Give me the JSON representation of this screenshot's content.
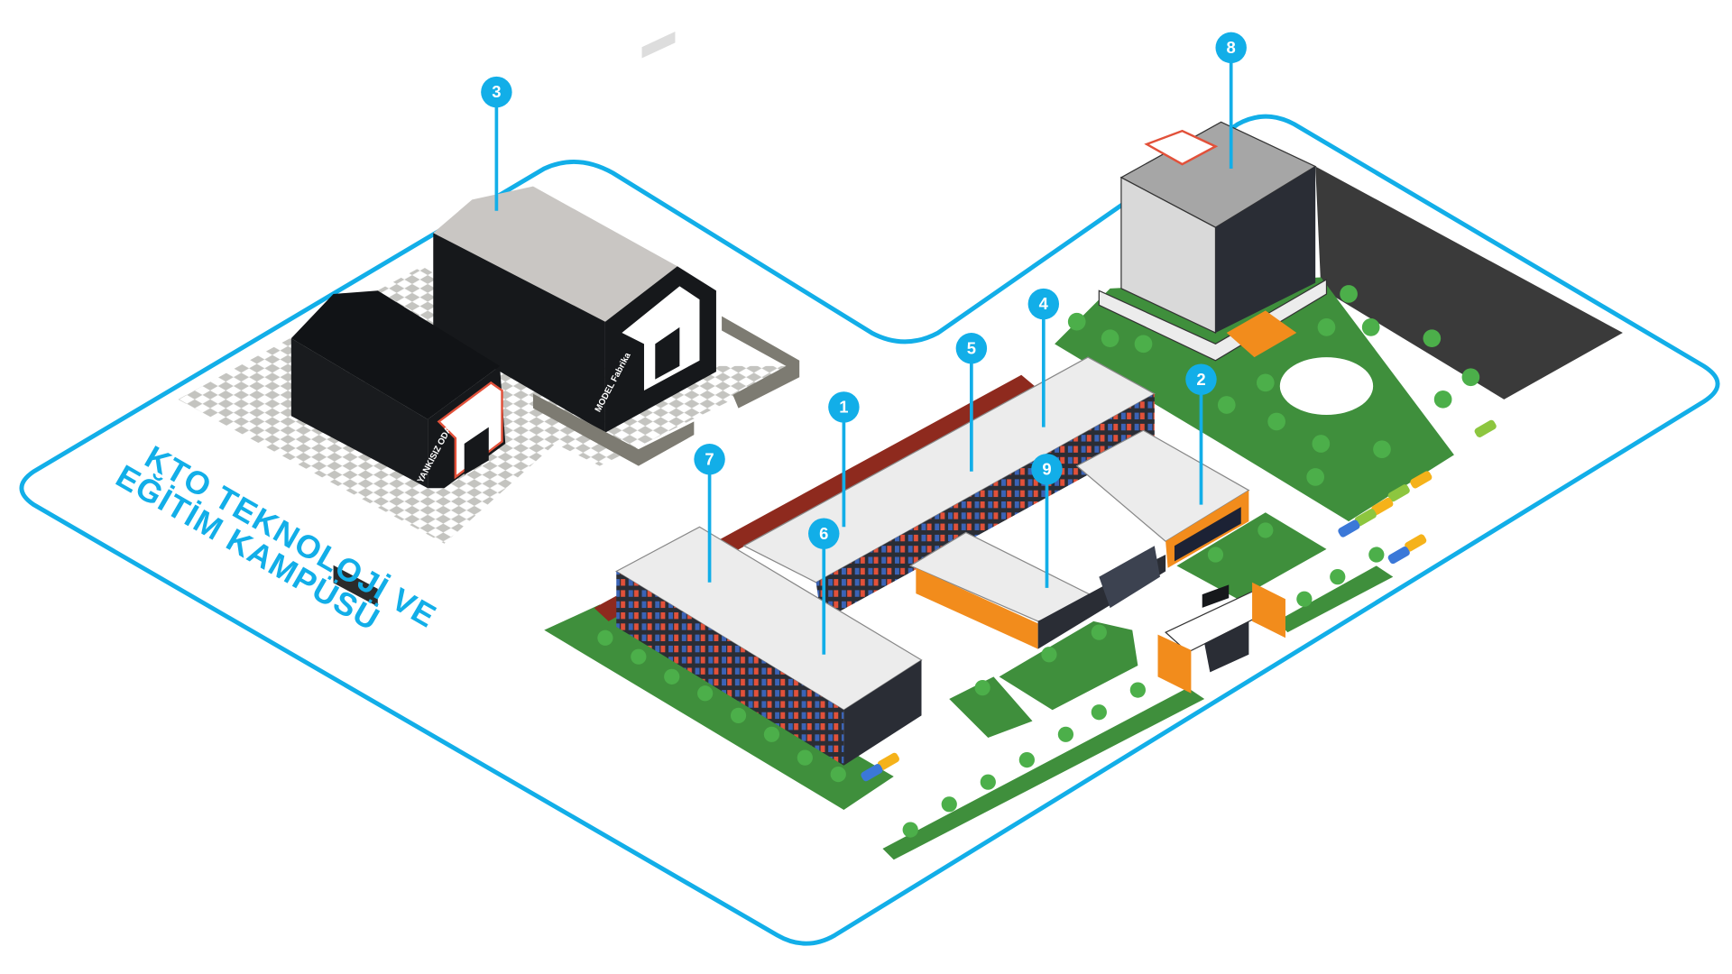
{
  "title": {
    "line1": "KTO TEKNOLOJİ VE",
    "line2": "EĞİTİM KAMPÜSÜ"
  },
  "building_signs": {
    "model_factory": "MODEL Fabrika",
    "anechoic_room": "YANKISIZ ODA"
  },
  "pins": [
    {
      "label": "1"
    },
    {
      "label": "2"
    },
    {
      "label": "3"
    },
    {
      "label": "4"
    },
    {
      "label": "5"
    },
    {
      "label": "6"
    },
    {
      "label": "7"
    },
    {
      "label": "8"
    },
    {
      "label": "9"
    }
  ],
  "colors": {
    "accent": "#12aee8",
    "lawn": "#3f8f3c",
    "orange": "#f28c1c",
    "dark": "#141619",
    "roof": "#ececec"
  }
}
